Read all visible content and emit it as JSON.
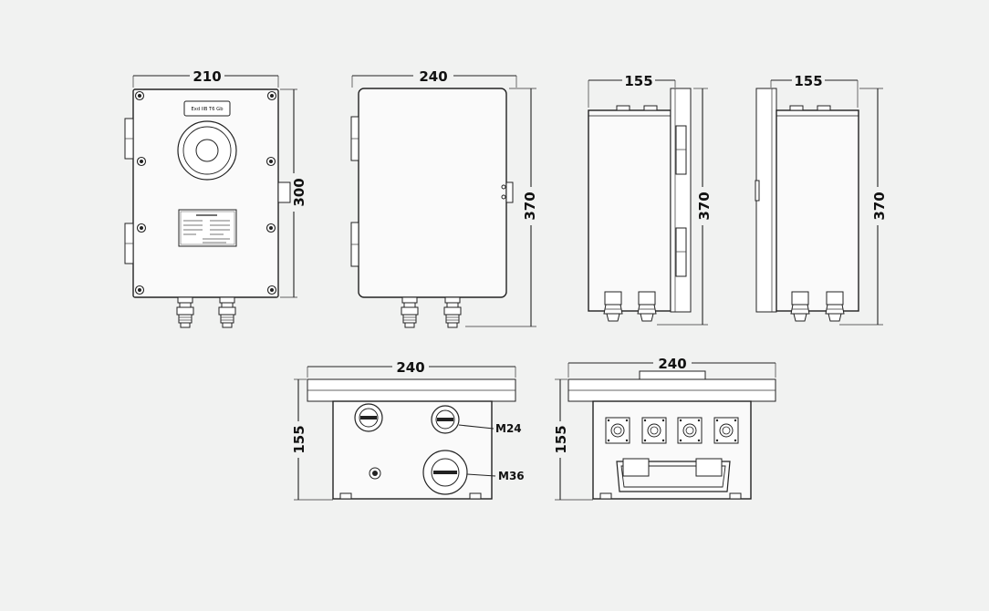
{
  "colors": {
    "background": "#f1f2f1",
    "line": "#222222"
  },
  "views": {
    "front": {
      "width": "210",
      "height": "300",
      "nameplate_marking": "Exd IIB T6 Gb",
      "nameplate_label": "nameplate-text-block"
    },
    "back": {
      "width": "240",
      "height": "370"
    },
    "side_left": {
      "depth": "155",
      "height": "370"
    },
    "side_right": {
      "depth": "155",
      "height": "370"
    },
    "bottom_left": {
      "width": "240",
      "depth": "155",
      "thread_small": "M24",
      "thread_large": "M36"
    },
    "bottom_right": {
      "width": "240",
      "depth": "155"
    }
  }
}
